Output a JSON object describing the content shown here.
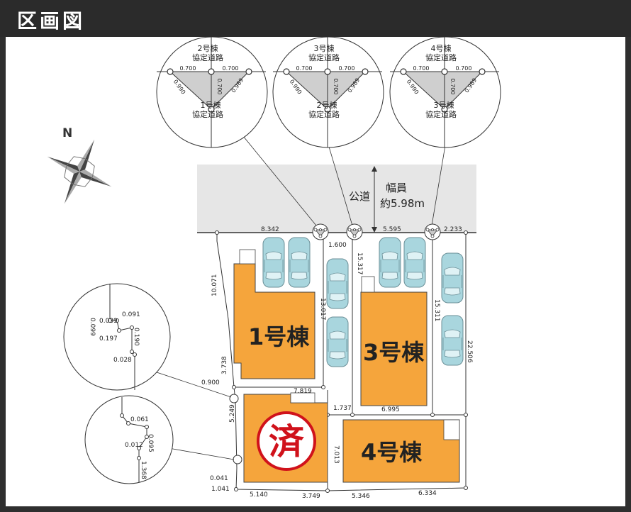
{
  "header": {
    "title": "区画図"
  },
  "compass": {
    "label": "N"
  },
  "road": {
    "name": "公道",
    "width_label": "幅員",
    "width_value": "約5.98m"
  },
  "details": [
    {
      "top": "2号棟",
      "top2": "協定道路",
      "bottom": "1号棟",
      "bottom2": "協定道路",
      "left": "0.700",
      "right": "0.700",
      "vertical": "0.700",
      "diag_left": "0.990",
      "diag_right": "0.989"
    },
    {
      "top": "3号棟",
      "top2": "協定道路",
      "bottom": "2号棟",
      "bottom2": "協定道路",
      "left": "0.700",
      "right": "0.700",
      "vertical": "0.700",
      "diag_left": "0.990",
      "diag_right": "0.989"
    },
    {
      "top": "4号棟",
      "top2": "協定道路",
      "bottom": "3号棟",
      "bottom2": "協定道路",
      "left": "0.700",
      "right": "0.700",
      "vertical": "0.700",
      "diag_left": "0.990",
      "diag_right": "0.989"
    }
  ],
  "lot_detail_upper": {
    "a": "0.099",
    "b": "0.039",
    "c": "0.091",
    "d": "0.197",
    "e": "0.190",
    "f": "0.028"
  },
  "lot_detail_lower": {
    "a": "0.061",
    "b": "0.095",
    "c": "0.012",
    "d": "1.368"
  },
  "buildings": {
    "b1": "1号棟",
    "b3": "3号棟",
    "b4": "4号棟",
    "sold_mark": "済"
  },
  "dimensions": {
    "d_8342": "8.342",
    "d_5595": "5.595",
    "d_2233": "2.233",
    "d_1600": "1.600",
    "d_15317": "15.317",
    "d_10071": "10.071",
    "d_13017": "13.017",
    "d_15311": "15.311",
    "d_22506": "22.506",
    "d_3738": "3.738",
    "d_0900": "0.900",
    "d_7819": "7.819",
    "d_1737": "1.737",
    "d_6995": "6.995",
    "d_5249": "5.249",
    "d_7013": "7.013",
    "d_0041": "0.041",
    "d_1041": "1.041",
    "d_5140": "5.140",
    "d_3749": "3.749",
    "d_5346": "5.346",
    "d_6334": "6.334"
  },
  "colors": {
    "building": "#F5A53C",
    "road": "#E6E6E6",
    "car": "#A9D6DE",
    "sold": "#D0121B"
  }
}
